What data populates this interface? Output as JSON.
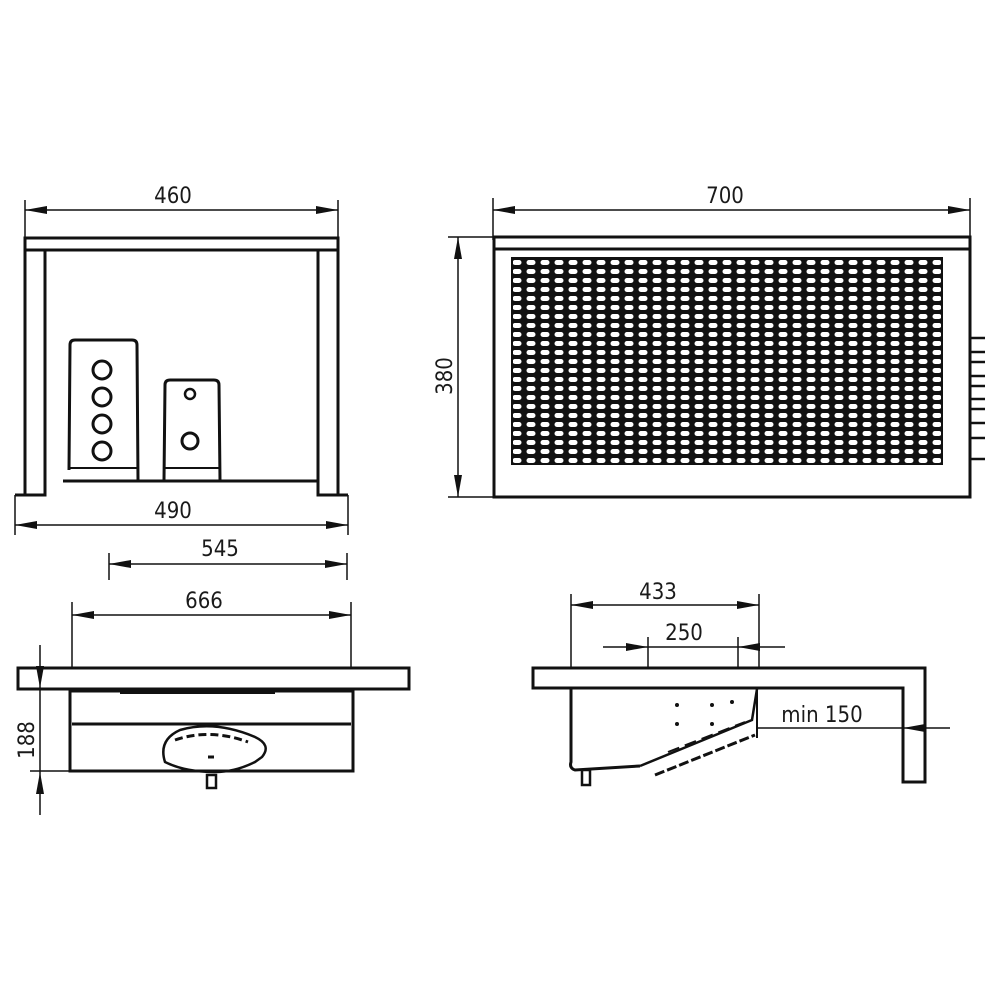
{
  "drawing": {
    "type": "technical dimension drawing",
    "units": "mm",
    "background": "#ffffff",
    "line_color": "#111111"
  },
  "views": {
    "front_view": {
      "dims": {
        "top_width": "460",
        "bottom_width": "490"
      }
    },
    "side_view": {
      "dims": {
        "width": "700",
        "height": "380"
      }
    },
    "bottom_left_view": {
      "dims": {
        "outer_width": "545",
        "inner_width": "666",
        "height": "188"
      }
    },
    "bottom_right_view": {
      "dims": {
        "overall_width": "433",
        "inner_width": "250",
        "clearance": "min 150"
      }
    }
  }
}
